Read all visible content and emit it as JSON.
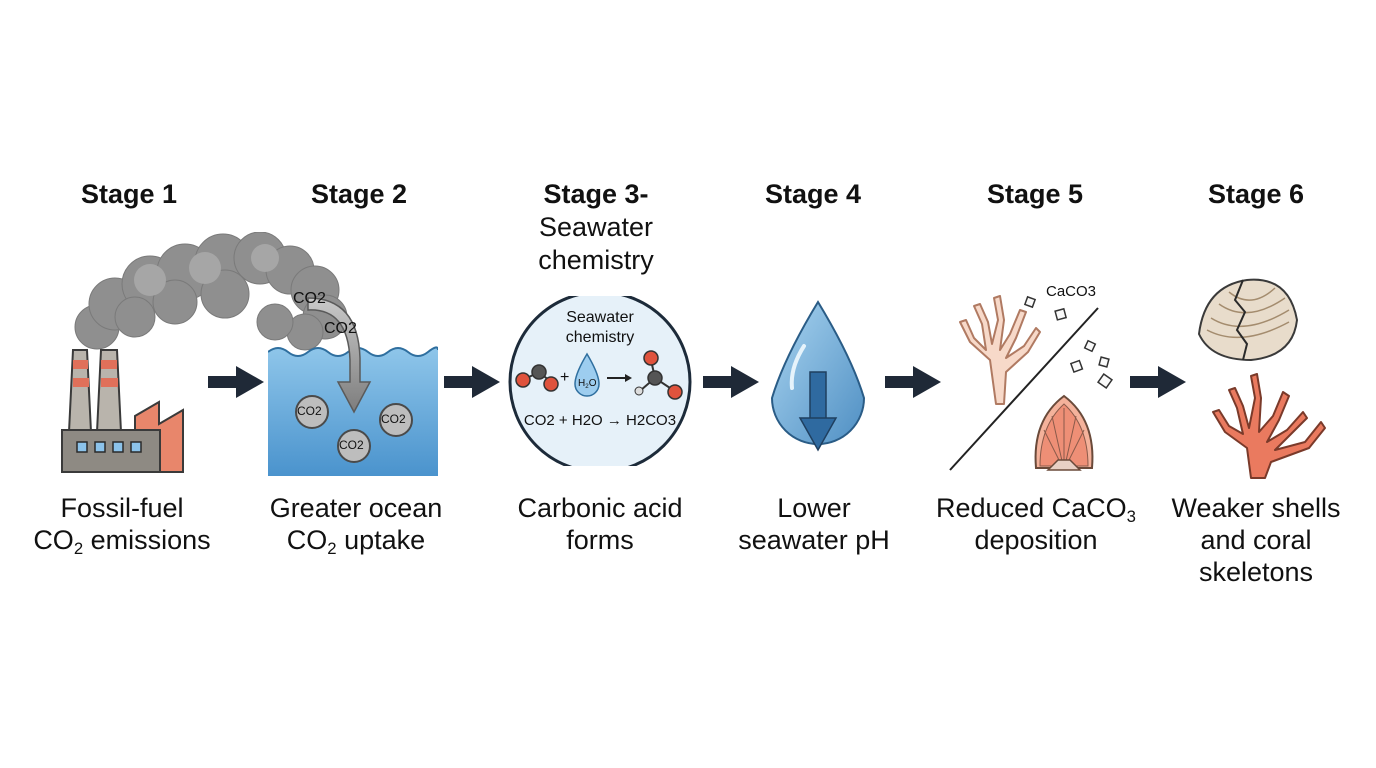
{
  "stages": [
    {
      "title": "Stage 1",
      "caption_line1": "Fossil-fuel",
      "caption_line2_prefix": "CO",
      "caption_line2_sub": "2",
      "caption_line2_suffix": " emissions"
    },
    {
      "title": "Stage 2",
      "caption_line1": "Greater ocean",
      "caption_line2_prefix": "CO",
      "caption_line2_sub": "2",
      "caption_line2_suffix": " uptake",
      "labels": [
        "CO2",
        "CO2",
        "CO2",
        "CO2",
        "CO2"
      ]
    },
    {
      "title": "Stage 3-",
      "title_line2": "Seawater",
      "title_line3": "chemistry",
      "caption_line1": "Carbonic acid",
      "caption_line2": "forms",
      "inner_title_1": "Seawater",
      "inner_title_2": "chemistry",
      "equation": "CO2 + H2O → H2CO3"
    },
    {
      "title": "Stage 4",
      "caption_line1": "Lower",
      "caption_line2": "seawater pH"
    },
    {
      "title": "Stage 5",
      "caption_line1_prefix": "Reduced CaCO",
      "caption_line1_sub": "3",
      "caption_line2": "deposition",
      "label": "CaCO3"
    },
    {
      "title": "Stage 6",
      "caption_line1": "Weaker shells",
      "caption_line2": "and coral",
      "caption_line3": "skeletons"
    }
  ],
  "colors": {
    "arrow": "#1f2937",
    "water": "#5fa3d6",
    "smoke": "#8c8c8c",
    "coral_pale": "#f7d9c9",
    "coral_red": "#ea7a5f",
    "molecule_red": "#e0533d",
    "molecule_gray": "#555555"
  }
}
